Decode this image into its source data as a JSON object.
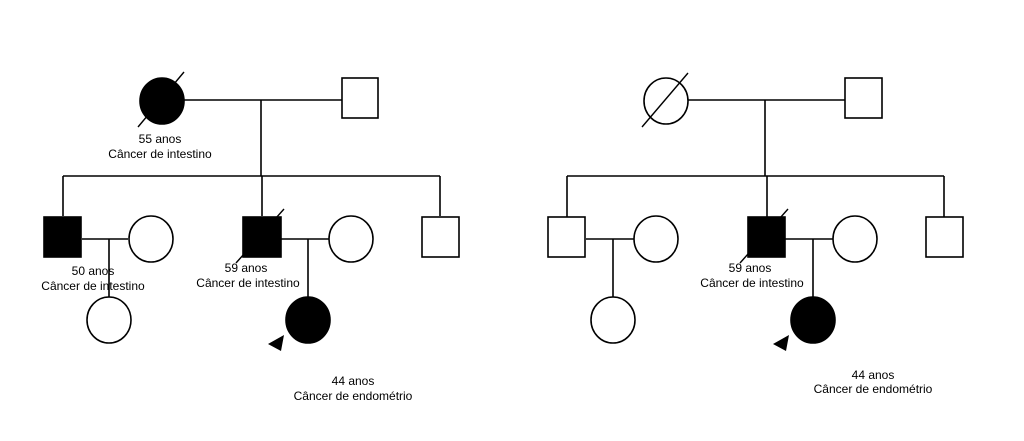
{
  "left_pedigree": {
    "grandmother": {
      "age": "55 anos",
      "condition": "Câncer de intestino"
    },
    "uncle": {
      "age": "50 anos",
      "condition": "Câncer de intestino"
    },
    "father": {
      "age": "59 anos",
      "condition": "Câncer de intestino"
    },
    "proband": {
      "age": "44 anos",
      "condition": "Câncer de endométrio"
    }
  },
  "right_pedigree": {
    "father": {
      "age": "59 anos",
      "condition": "Câncer de intestino"
    },
    "proband": {
      "age": "44 anos",
      "condition": "Câncer de endométrio"
    }
  }
}
